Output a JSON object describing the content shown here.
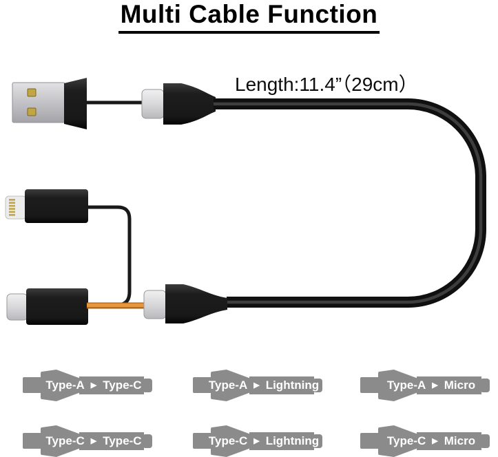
{
  "title": "Multi Cable Function",
  "length_label": "Length:11.4”（29cm）",
  "icons": {
    "arrow": "▶",
    "usb_a": "usb-a-connector",
    "usb_c": "usb-c-connector",
    "lightning": "lightning-connector",
    "micro": "micro-usb-connector"
  },
  "combos": [
    {
      "from": "Type-A",
      "to": "Type-C"
    },
    {
      "from": "Type-A",
      "to": "Lightning"
    },
    {
      "from": "Type-A",
      "to": "Micro"
    },
    {
      "from": "Type-C",
      "to": "Type-C"
    },
    {
      "from": "Type-C",
      "to": "Lightning"
    },
    {
      "from": "Type-C",
      "to": "Micro"
    }
  ],
  "colors": {
    "badge_gray": "#8b8b8b",
    "cable_black": "#141414",
    "cable_orange": "#df8c2e",
    "metal_silver": "#c6c6ca",
    "contact_gold": "#c2a544",
    "text_black": "#000000"
  }
}
